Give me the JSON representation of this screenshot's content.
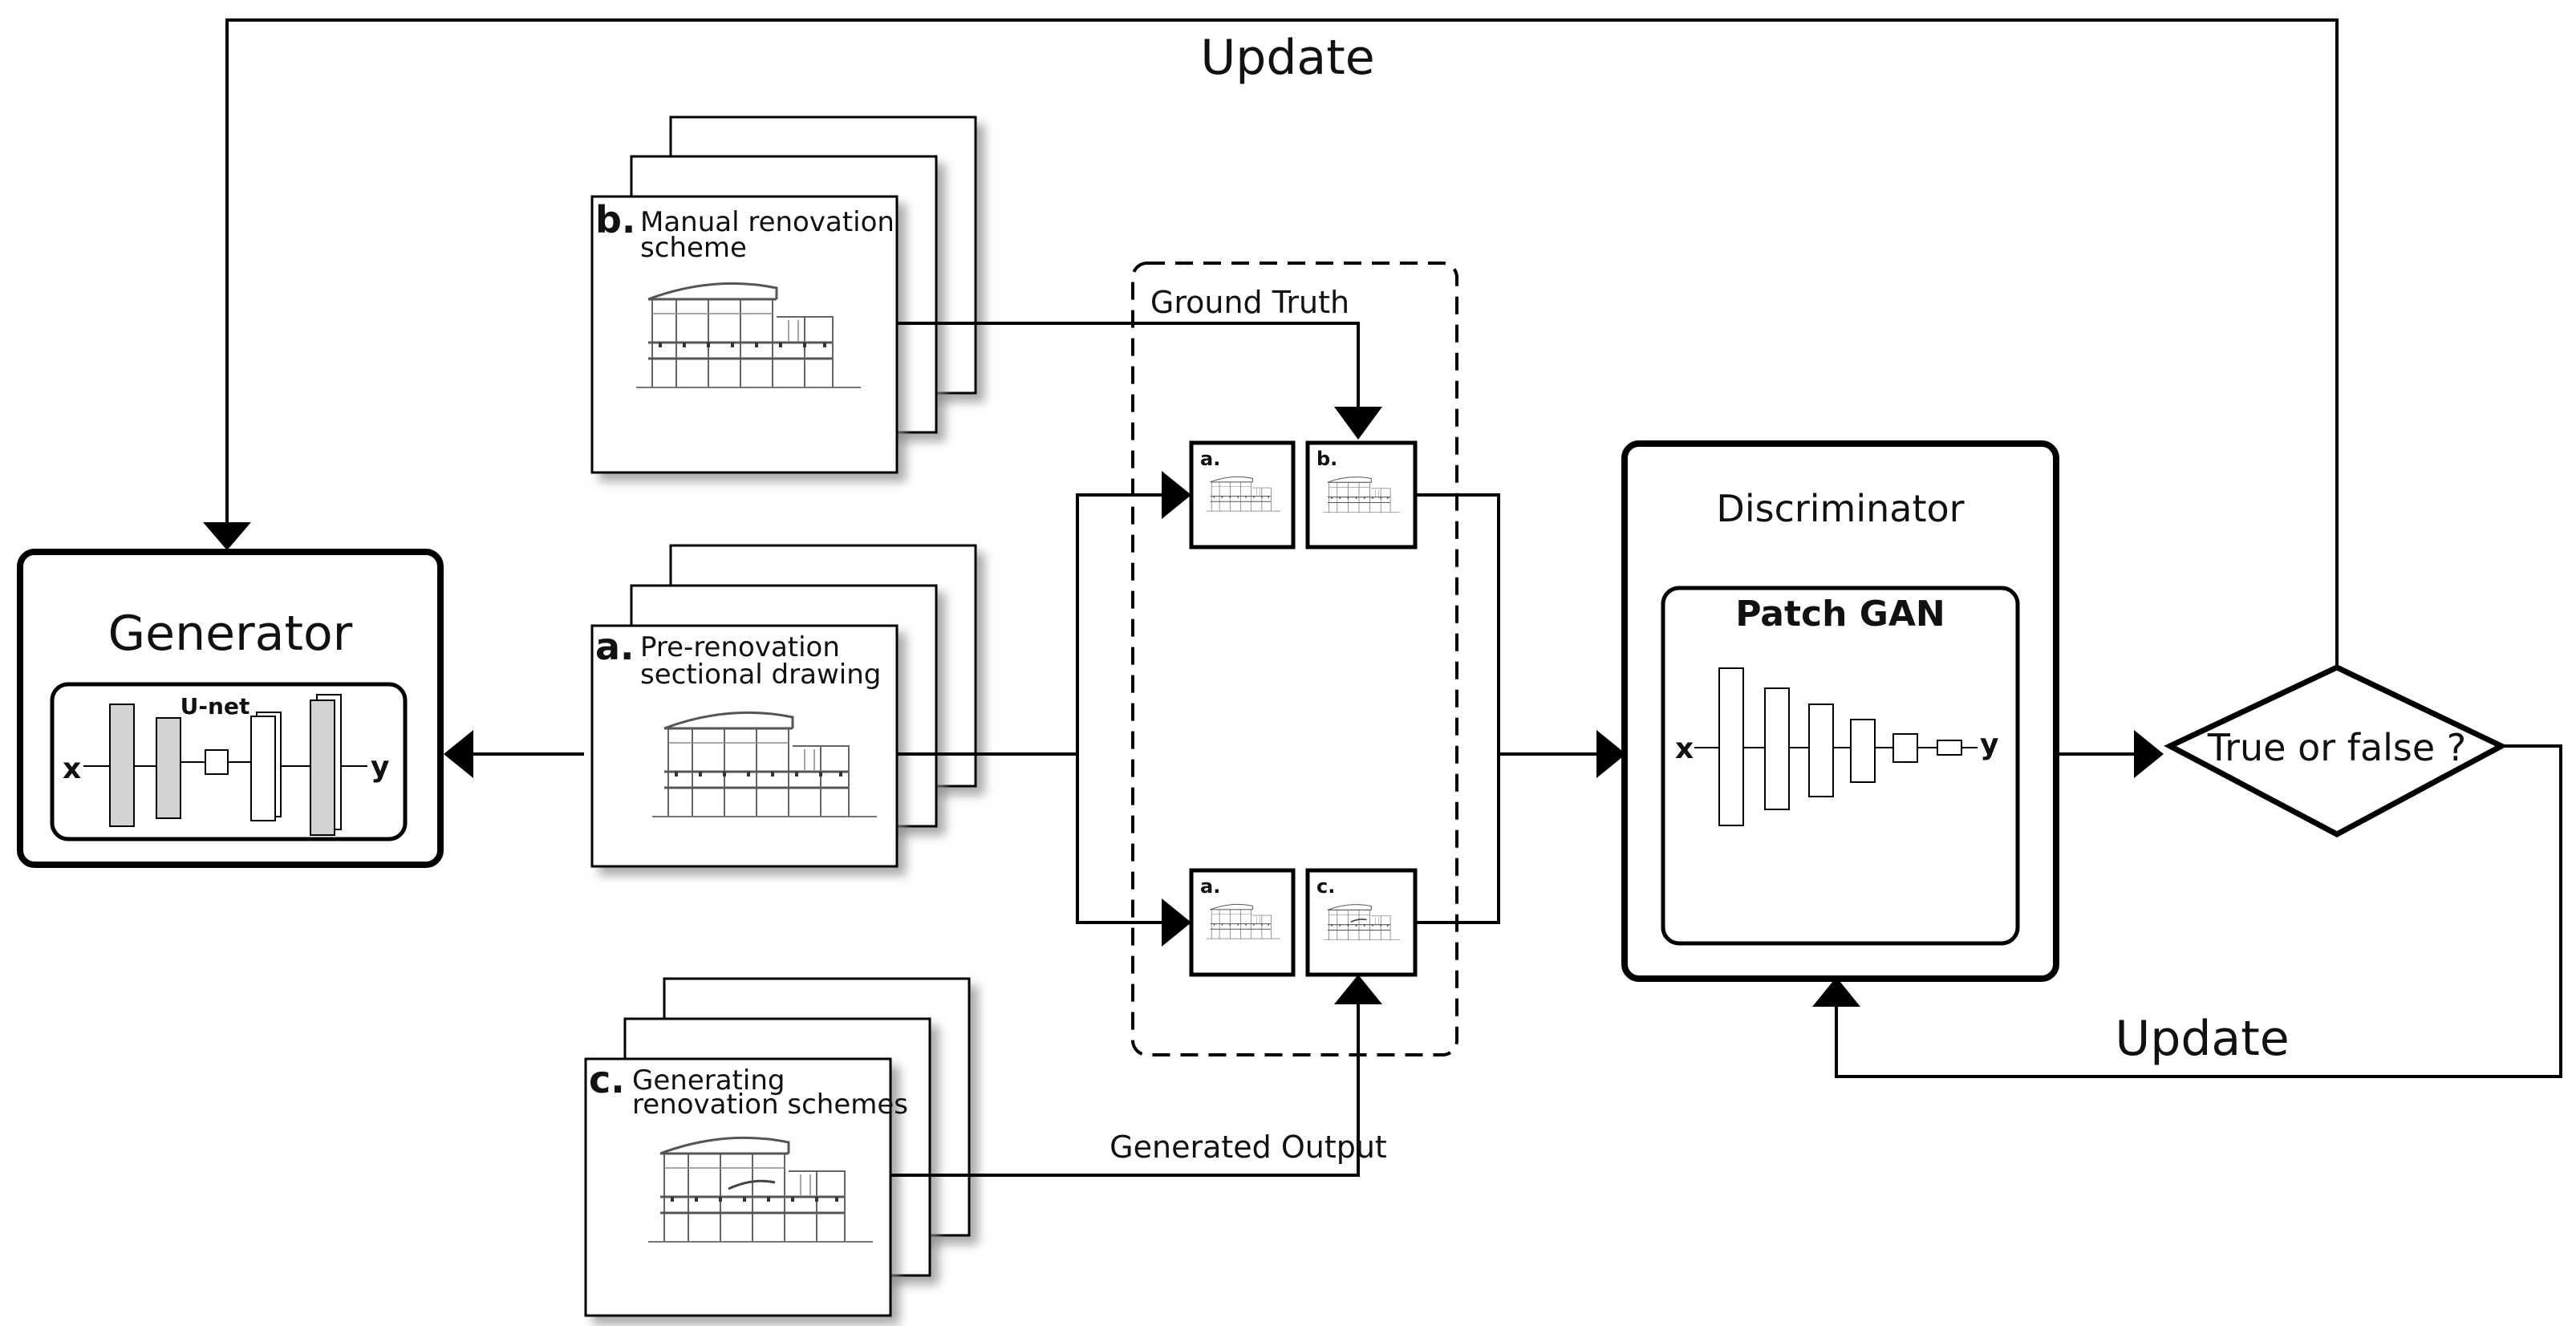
{
  "labels": {
    "update_top": "Update",
    "update_bottom": "Update",
    "ground_truth": "Ground Truth",
    "generated_output": "Generated Output",
    "discriminator": "Discriminator",
    "patch_gan": "Patch GAN",
    "generator": "Generator",
    "unet": "U-net",
    "decision": "True or false ?",
    "gen_x": "x",
    "gen_y": "y",
    "disc_x": "x",
    "disc_y": "y"
  },
  "stacks": {
    "b": {
      "letter": "b.",
      "line1": "Manual renovation",
      "line2": "scheme"
    },
    "a": {
      "letter": "a.",
      "line1": "Pre-renovation",
      "line2": "sectional drawing"
    },
    "c": {
      "letter": "c.",
      "line1": "Generating",
      "line2": "renovation schemes"
    }
  },
  "pair_tiles": {
    "top_left": "a.",
    "top_right": "b.",
    "bottom_left": "a.",
    "bottom_right": "c."
  },
  "colors": {
    "line": "#000000",
    "unet_fill": "#d3d3d3",
    "drawing": "#666666",
    "shadow": "#888888"
  }
}
